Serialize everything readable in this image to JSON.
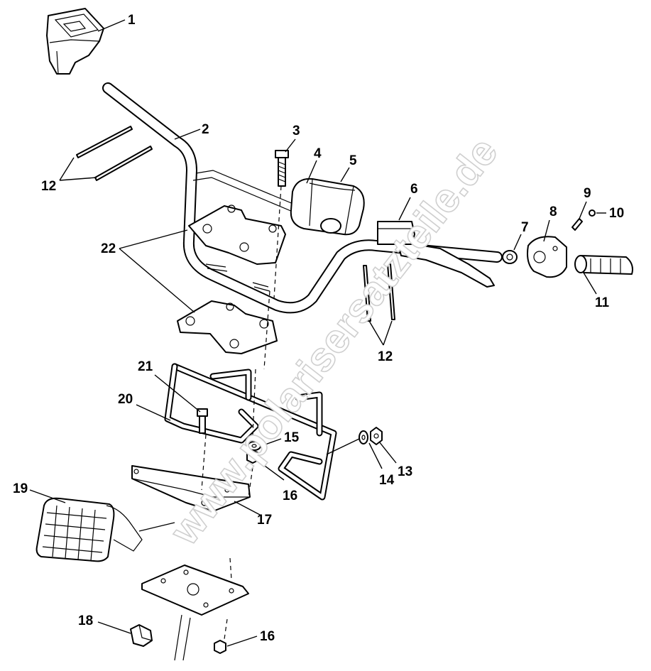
{
  "watermark": "www.polarisersatzteile.de",
  "callouts": [
    {
      "id": "1",
      "text": "1"
    },
    {
      "id": "2",
      "text": "2"
    },
    {
      "id": "3",
      "text": "3"
    },
    {
      "id": "4",
      "text": "4"
    },
    {
      "id": "5",
      "text": "5"
    },
    {
      "id": "6",
      "text": "6"
    },
    {
      "id": "7",
      "text": "7"
    },
    {
      "id": "8",
      "text": "8"
    },
    {
      "id": "9",
      "text": "9"
    },
    {
      "id": "10",
      "text": "10"
    },
    {
      "id": "11",
      "text": "11"
    },
    {
      "id": "12a",
      "text": "12"
    },
    {
      "id": "12b",
      "text": "12"
    },
    {
      "id": "13",
      "text": "13"
    },
    {
      "id": "14",
      "text": "14"
    },
    {
      "id": "15",
      "text": "15"
    },
    {
      "id": "16a",
      "text": "16"
    },
    {
      "id": "16b",
      "text": "16"
    },
    {
      "id": "17",
      "text": "17"
    },
    {
      "id": "18",
      "text": "18"
    },
    {
      "id": "19",
      "text": "19"
    },
    {
      "id": "20",
      "text": "20"
    },
    {
      "id": "21",
      "text": "21"
    },
    {
      "id": "22",
      "text": "22"
    }
  ]
}
